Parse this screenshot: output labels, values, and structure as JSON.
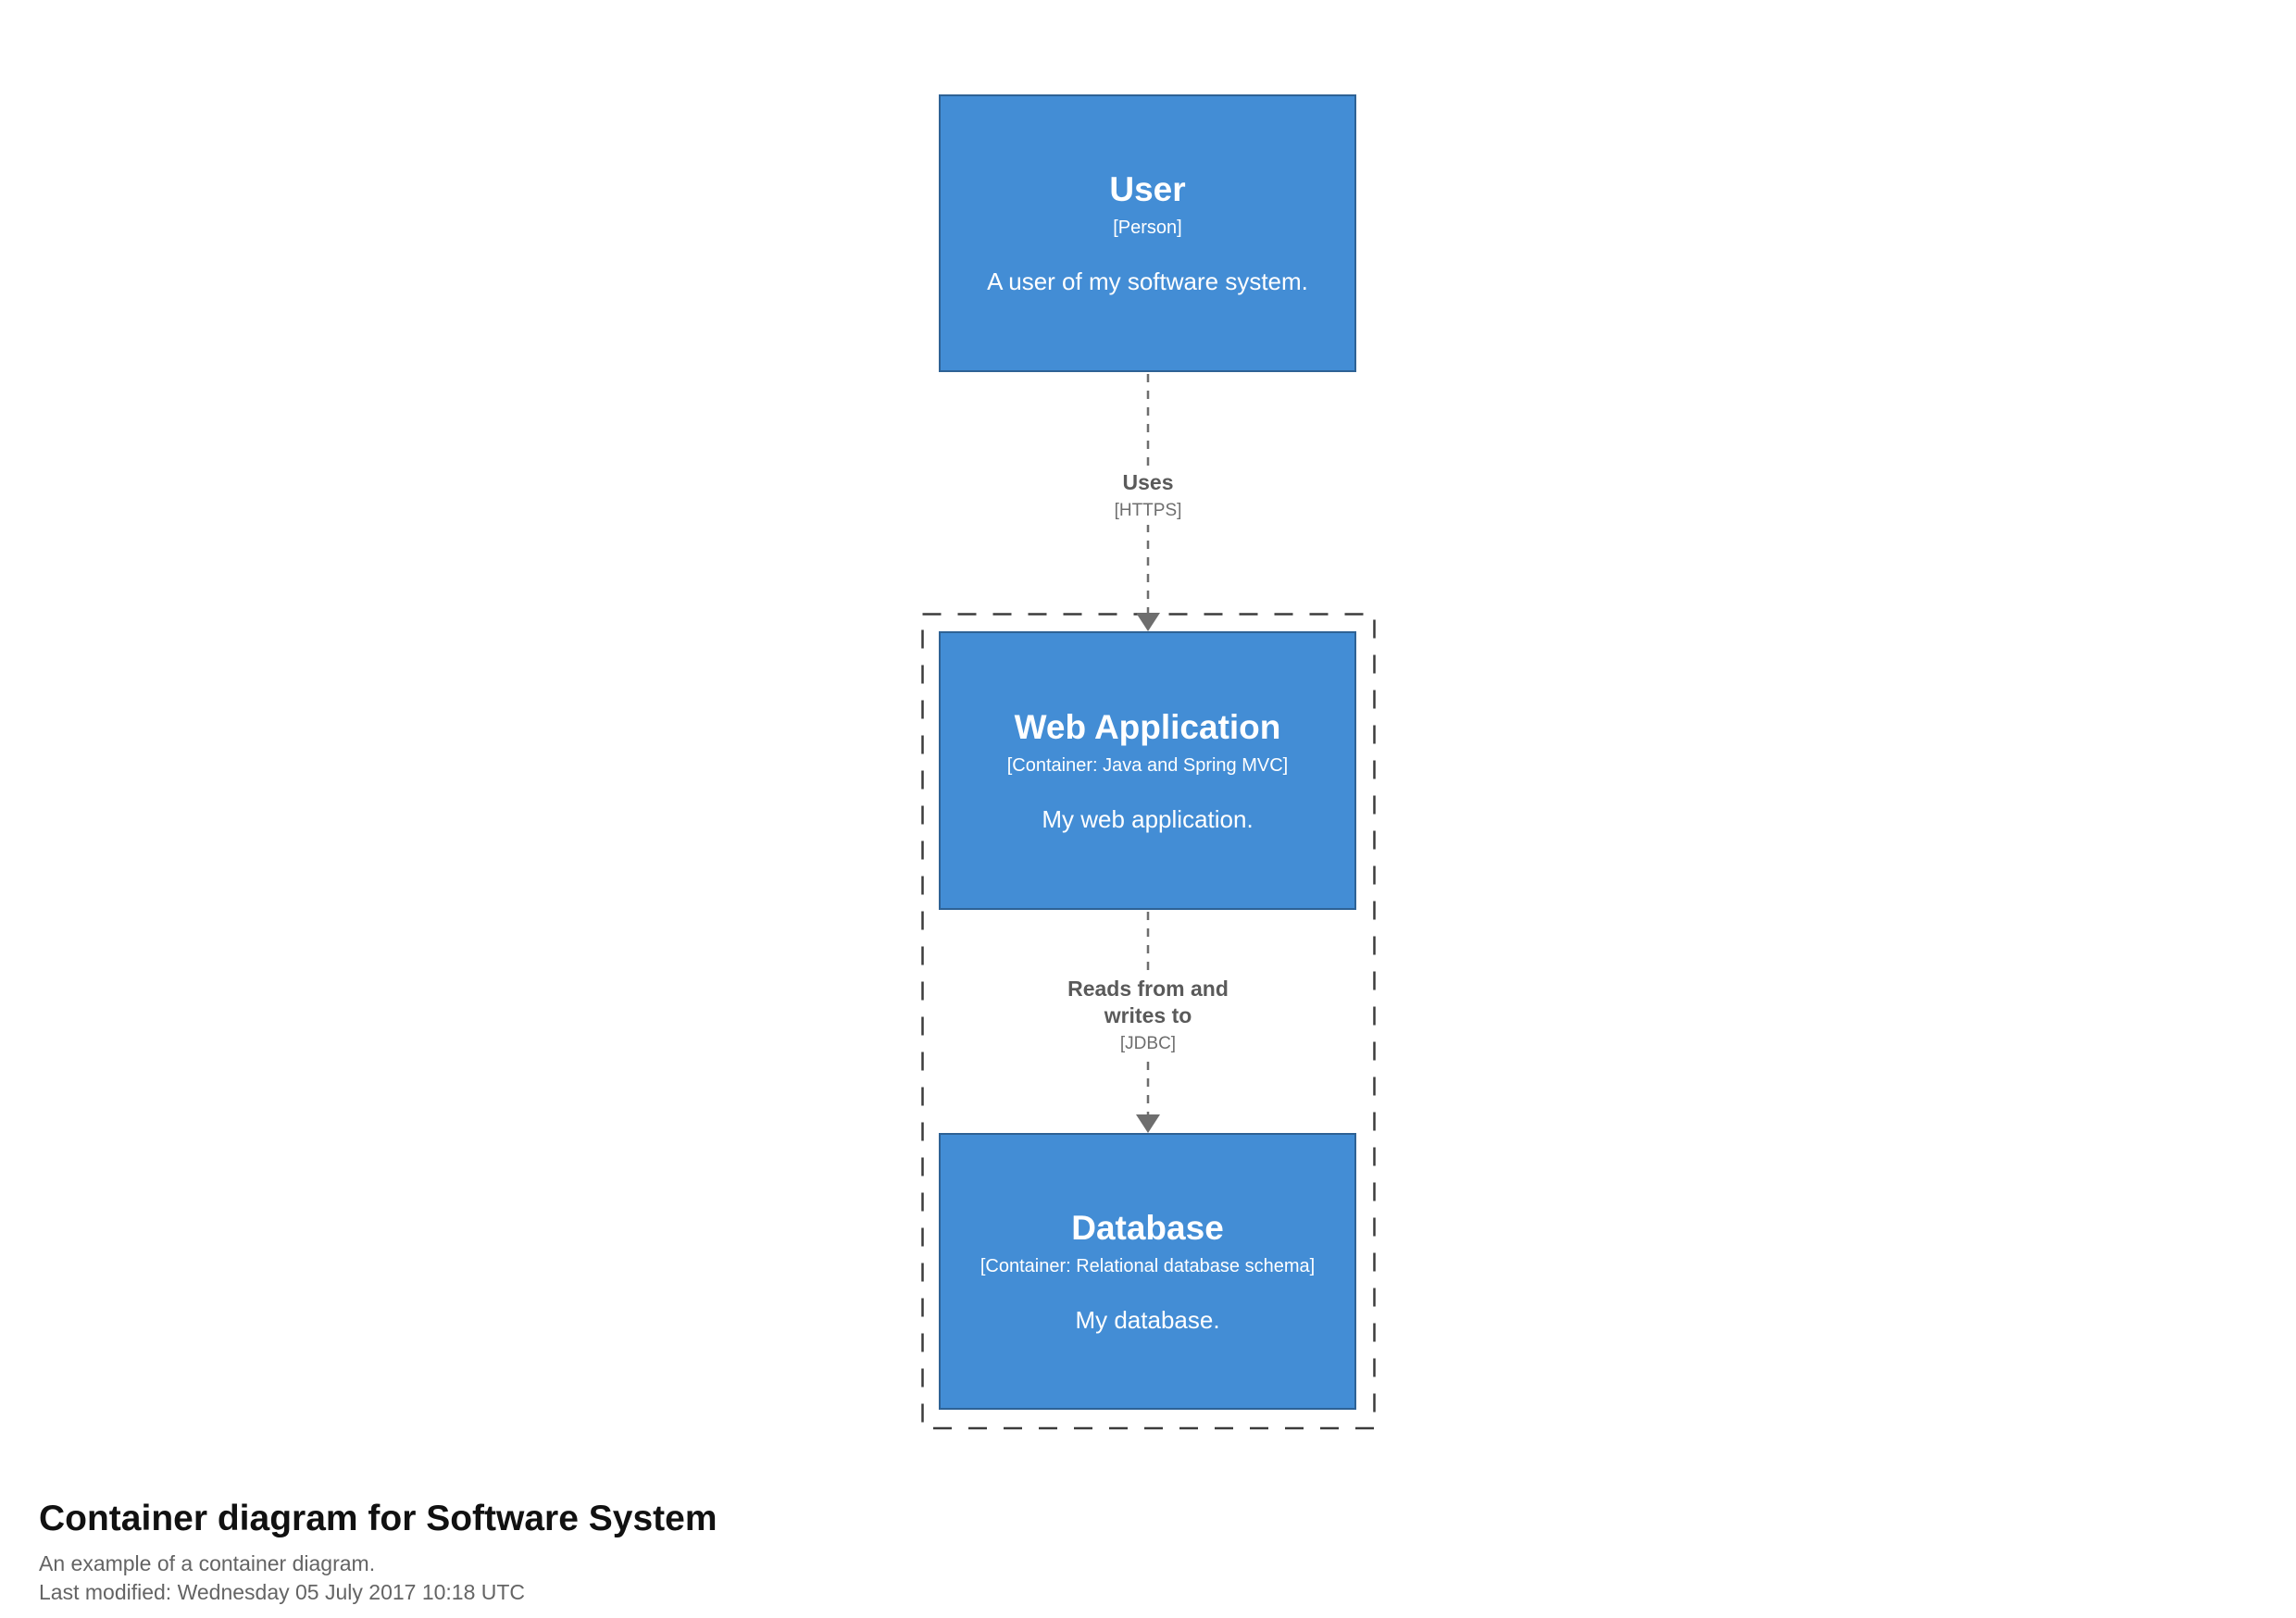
{
  "colors": {
    "node_fill": "#438dd5",
    "node_border": "#2e6295",
    "node_text": "#ffffff",
    "relationship_line": "#6e6e6e",
    "relationship_text": "#5a5a5a",
    "boundary_line": "#3b3b3b",
    "title_text": "#111111",
    "subtitle_text": "#646464",
    "page_bg": "#ffffff"
  },
  "diagram": {
    "elements": [
      {
        "name": "User",
        "meta": "[Person]",
        "description": "A user of my software system."
      },
      {
        "name": "Web Application",
        "meta": "[Container: Java and Spring MVC]",
        "description": "My web application."
      },
      {
        "name": "Database",
        "meta": "[Container: Relational database schema]",
        "description": "My database."
      }
    ],
    "relationships": [
      {
        "name": "Uses",
        "technology": "[HTTPS]"
      },
      {
        "name": "Reads from and writes to",
        "technology": "[JDBC]"
      }
    ]
  },
  "footer": {
    "title": "Container diagram for Software System",
    "description": "An example of a container diagram.",
    "last_modified": "Last modified: Wednesday 05 July 2017 10:18 UTC"
  }
}
